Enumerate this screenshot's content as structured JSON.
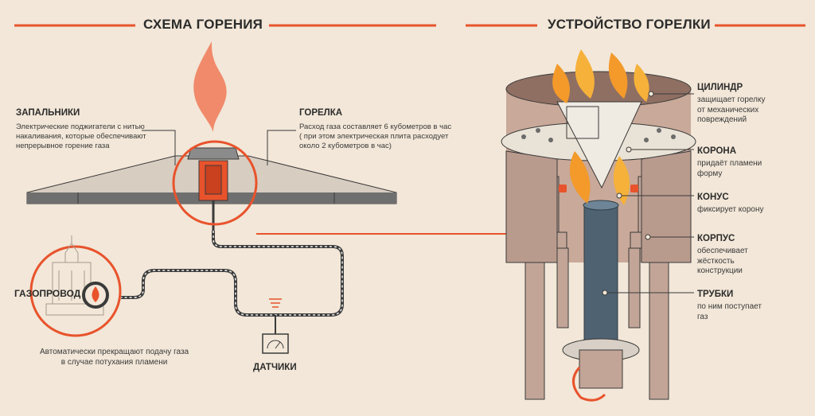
{
  "left_title": "СХЕМА ГОРЕНИЯ",
  "right_title": "УСТРОЙСТВО ГОРЕЛКИ",
  "ignitors": {
    "title": "ЗАПАЛЬНИКИ",
    "lines": [
      "Электрические поджигатели с нитью",
      "накаливания, которые обеспечивают",
      "непрерывное горение газа"
    ]
  },
  "burner": {
    "title": "ГОРЕЛКА",
    "lines": [
      "Расход газа составляет 6 кубометров в час",
      "( при этом электрическая плита расходует",
      "около 2 кубометров в час)"
    ]
  },
  "gas_pipe": {
    "title": "ГАЗОПРОВОД"
  },
  "auto_stop": {
    "lines": [
      "Автоматически прекращают подачу газа",
      "в случае потухания пламени"
    ]
  },
  "sensors": {
    "title": "ДАТЧИКИ"
  },
  "parts": [
    {
      "title": "ЦИЛИНДР",
      "lines": [
        "защищает горелку",
        "от механических",
        "повреждений"
      ]
    },
    {
      "title": "КОРОНА",
      "lines": [
        "придаёт пламени",
        "форму"
      ]
    },
    {
      "title": "КОНУС",
      "lines": [
        "фиксирует корону"
      ]
    },
    {
      "title": "КОРПУС",
      "lines": [
        "обеспечивает",
        "жёсткость",
        "конструкции"
      ]
    },
    {
      "title": "ТРУБКИ",
      "lines": [
        "по ним поступает",
        "газ"
      ]
    }
  ],
  "colors": {
    "accent": "#e8532c",
    "background": "#f2e7d8",
    "flame": "#f39a2b",
    "metal": "#b99b8e"
  }
}
